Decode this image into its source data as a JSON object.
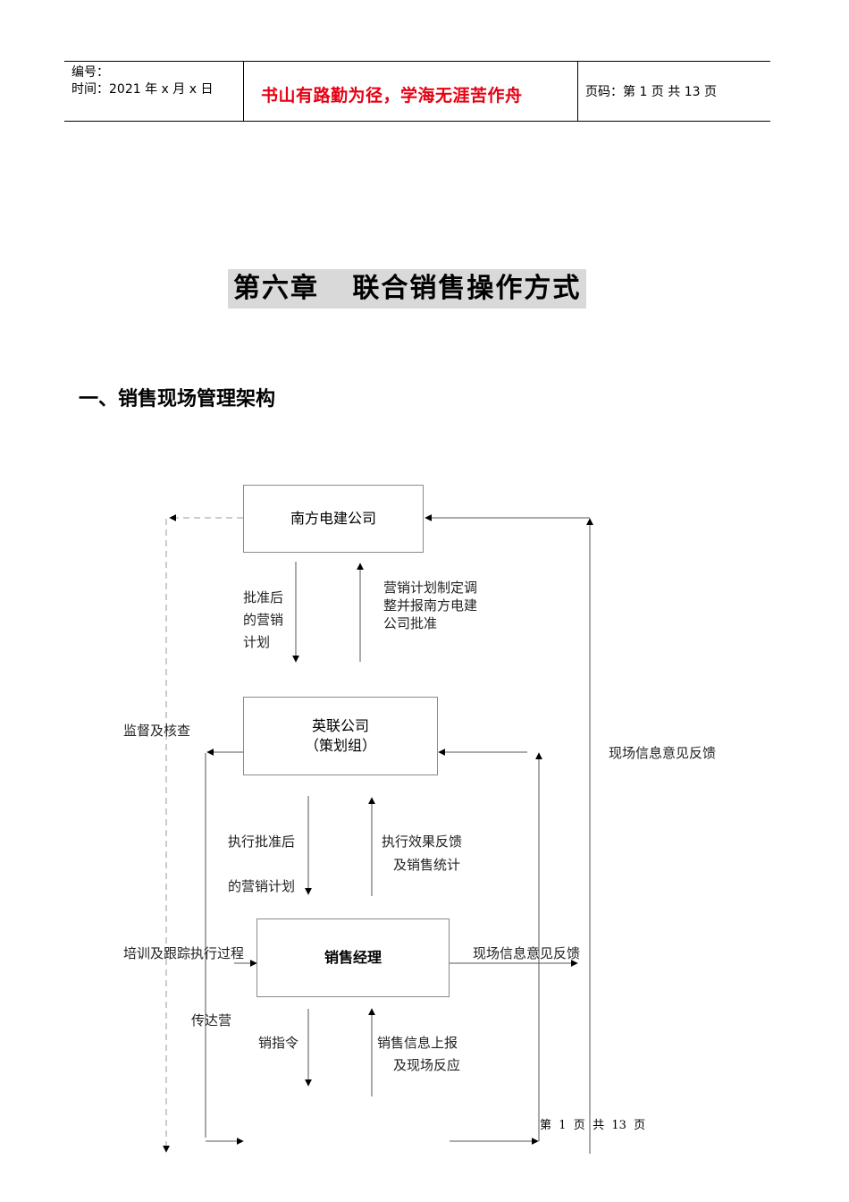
{
  "header": {
    "serial_label": "编号：",
    "date_label": "时间：2021 年 x 月 x 日",
    "motto": "书山有路勤为径，学海无涯苦作舟",
    "page_info": "页码：第 1 页  共 13 页"
  },
  "chapter_title": "第六章   联合销售操作方式",
  "section_title": "一、销售现场管理架构",
  "diagram": {
    "nodes": {
      "top": "南方电建公司",
      "middle_line1": "英联公司",
      "middle_line2": "（策划组）",
      "bottom": "销售经理"
    },
    "labels": {
      "approved_plan_1": "批准后",
      "approved_plan_2": "的营销",
      "approved_plan_3": "计划",
      "plan_adjust_1": "营销计划制定调",
      "plan_adjust_2": "整并报南方电建",
      "plan_adjust_3": "公司批准",
      "supervise": "监督及核查",
      "site_feedback_right": "现场信息意见反馈",
      "execute_1": "执行批准后",
      "execute_2": "的营销计划",
      "effect_feedback_1": "执行效果反馈",
      "effect_feedback_2": "及销售统计",
      "training": "培训及跟踪执行过程",
      "site_feedback_mid": "现场信息意见反馈",
      "convey_1": "传达营",
      "convey_2": "销指令",
      "sales_report_1": "销售信息上报",
      "sales_report_2": "及现场反应"
    }
  },
  "footer": {
    "page_number": "第  1  页  共  13  页"
  }
}
